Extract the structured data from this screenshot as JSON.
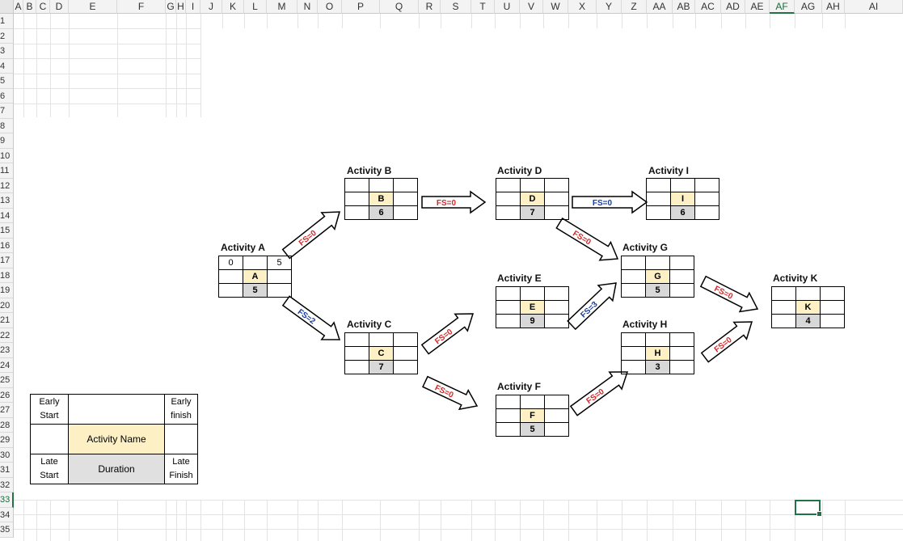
{
  "columns": [
    "A",
    "B",
    "C",
    "D",
    "E",
    "F",
    "G",
    "H",
    "I",
    "J",
    "K",
    "L",
    "M",
    "N",
    "O",
    "P",
    "Q",
    "R",
    "S",
    "T",
    "U",
    "V",
    "W",
    "X",
    "Y",
    "Z",
    "AA",
    "AB",
    "AC",
    "AD",
    "AE",
    "AF",
    "AG",
    "AH",
    "AI"
  ],
  "selected_column": "AF",
  "rows": [
    "1",
    "2",
    "3",
    "4",
    "5",
    "6",
    "7",
    "8",
    "9",
    "10",
    "11",
    "12",
    "13",
    "14",
    "15",
    "16",
    "17",
    "18",
    "19",
    "20",
    "21",
    "22",
    "23",
    "24",
    "25",
    "26",
    "27",
    "28",
    "29",
    "30",
    "31",
    "32",
    "33",
    "34",
    "35"
  ],
  "selected_row": "33",
  "activities": [
    {
      "id": "A",
      "title": "Activity A",
      "name": "A",
      "duration": "5",
      "es": "0",
      "ef": "5"
    },
    {
      "id": "B",
      "title": "Activity B",
      "name": "B",
      "duration": "6",
      "es": "",
      "ef": ""
    },
    {
      "id": "C",
      "title": "Activity C",
      "name": "C",
      "duration": "7",
      "es": "",
      "ef": ""
    },
    {
      "id": "D",
      "title": "Activity D",
      "name": "D",
      "duration": "7",
      "es": "",
      "ef": ""
    },
    {
      "id": "E",
      "title": "Activity E",
      "name": "E",
      "duration": "9",
      "es": "",
      "ef": ""
    },
    {
      "id": "F",
      "title": "Activity F",
      "name": "F",
      "duration": "5",
      "es": "",
      "ef": ""
    },
    {
      "id": "G",
      "title": "Activity G",
      "name": "G",
      "duration": "5",
      "es": "",
      "ef": ""
    },
    {
      "id": "H",
      "title": "Activity H",
      "name": "H",
      "duration": "3",
      "es": "",
      "ef": ""
    },
    {
      "id": "I",
      "title": "Activity I",
      "name": "I",
      "duration": "6",
      "es": "",
      "ef": ""
    },
    {
      "id": "K",
      "title": "Activity K",
      "name": "K",
      "duration": "4",
      "es": "",
      "ef": ""
    }
  ],
  "dependencies": [
    {
      "from": "A",
      "to": "B",
      "label": "FS=0",
      "lag_color": "#d8282a"
    },
    {
      "from": "A",
      "to": "C",
      "label": "FS=2",
      "lag_color": "#1a3d9c"
    },
    {
      "from": "B",
      "to": "D",
      "label": "FS=0",
      "lag_color": "#d8282a"
    },
    {
      "from": "D",
      "to": "I",
      "label": "FS=0",
      "lag_color": "#1a3d9c"
    },
    {
      "from": "D",
      "to": "G",
      "label": "FS=0",
      "lag_color": "#d8282a"
    },
    {
      "from": "C",
      "to": "E",
      "label": "FS=0",
      "lag_color": "#d8282a"
    },
    {
      "from": "C",
      "to": "F",
      "label": "FS=0",
      "lag_color": "#d8282a"
    },
    {
      "from": "E",
      "to": "G",
      "label": "FS=3",
      "lag_color": "#1a3d9c"
    },
    {
      "from": "F",
      "to": "H",
      "label": "FS=0",
      "lag_color": "#d8282a"
    },
    {
      "from": "G",
      "to": "K",
      "label": "FS=0",
      "lag_color": "#d8282a"
    },
    {
      "from": "H",
      "to": "K",
      "label": "FS=0",
      "lag_color": "#d8282a"
    }
  ],
  "legend": {
    "early_start": "Early Start",
    "early_finish": "Early finish",
    "activity_name": "Activity Name",
    "late_start": "Late Start",
    "duration": "Duration",
    "late_finish": "Late Finish"
  },
  "colors": {
    "name_fill": "#fdf0c4",
    "duration_fill": "#d8d8d8",
    "fs_red": "#d8282a",
    "fs_blue": "#1a3d9c",
    "excel_green": "#217346"
  }
}
